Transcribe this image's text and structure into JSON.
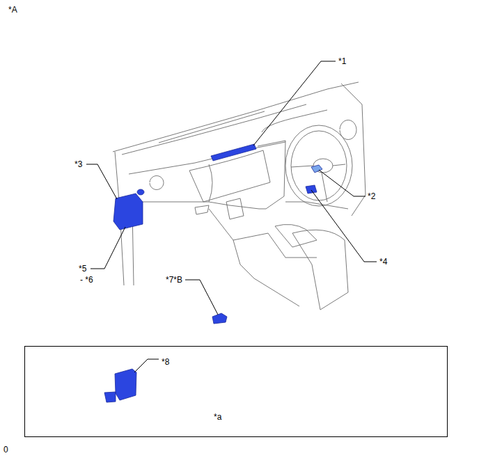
{
  "diagram": {
    "nodes": [
      {
        "text": [
          "*8",
          "*a"
        ]
      }
    ],
    "labels": [
      "*A",
      "*1",
      "*3",
      "*2",
      "*5",
      "- *6",
      "*4",
      "*7*B",
      "0"
    ]
  }
}
